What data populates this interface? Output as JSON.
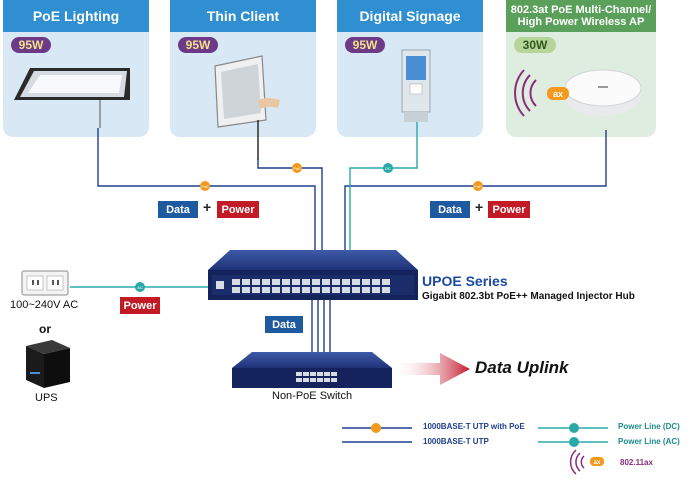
{
  "devices": {
    "poe_lighting": {
      "title": "PoE Lighting",
      "watt": "95W"
    },
    "thin_client": {
      "title": "Thin Client",
      "watt": "95W"
    },
    "digital_signage": {
      "title": "Digital Signage",
      "watt": "95W"
    },
    "wireless_ap": {
      "title_line1": "802.3at PoE Multi-Channel/",
      "title_line2": "High Power Wireless AP",
      "watt": "30W",
      "badge": "ax"
    }
  },
  "labels": {
    "data": "Data",
    "power": "Power",
    "plus": "+",
    "poe_dot": "PoE",
    "dc_dot": "DC",
    "ac_dot": "AC"
  },
  "hub": {
    "series": "UPOE Series",
    "description": "Gigabit 802.3bt PoE++ Managed Injector Hub"
  },
  "left": {
    "ac": "100~240V AC",
    "or": "or",
    "ups": "UPS"
  },
  "switch": {
    "label": "Non-PoE Switch"
  },
  "uplink": {
    "label": "Data Uplink"
  },
  "legend": {
    "utp_poe": "1000BASE-T UTP with PoE",
    "utp": "1000BASE-T UTP",
    "dc": "Power Line (DC)",
    "ac": "Power Line (AC)",
    "wifi": "802.11ax"
  },
  "colors": {
    "poe_line": "#1e3f8e",
    "power_line": "#2aa8a8",
    "poe_dot": "#f39a1e",
    "power_dot": "#2aa8a8",
    "card_header": "#2f8fd0",
    "ap_header": "#5aa05a"
  }
}
